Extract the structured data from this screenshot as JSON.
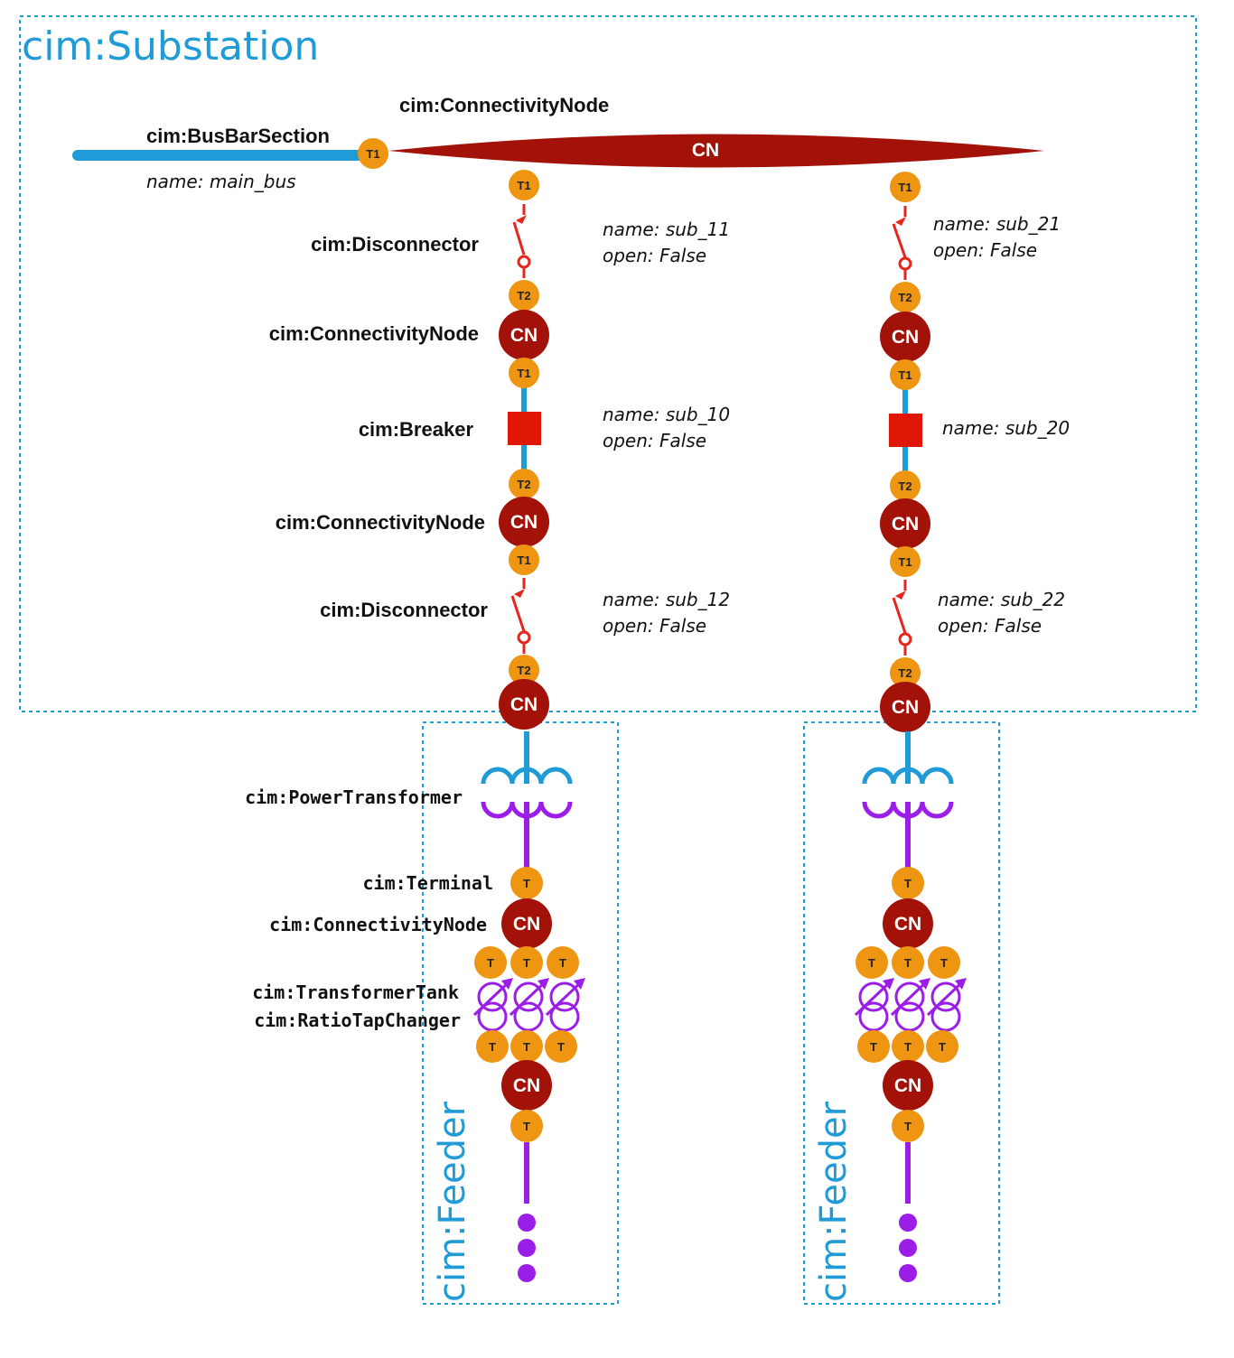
{
  "substation": {
    "title": "cim:Substation",
    "busbar": {
      "class_label": "cim:BusBarSection",
      "name_attr": "name: main_bus"
    },
    "main_node_label": "cim:ConnectivityNode",
    "cn": "CN",
    "t1": "T1",
    "t2": "T2"
  },
  "left_labels": {
    "disconnector_1": "cim:Disconnector",
    "node_1": "cim:ConnectivityNode",
    "breaker": "cim:Breaker",
    "node_2": "cim:ConnectivityNode",
    "disconnector_2": "cim:Disconnector",
    "power_transformer": "cim:PowerTransformer",
    "terminal": "cim:Terminal",
    "node_3": "cim:ConnectivityNode",
    "transformer_tank": "cim:TransformerTank",
    "ratio_tap_changer": "cim:RatioTapChanger"
  },
  "branch_1": {
    "disconnector_1": {
      "name": "name: sub_11",
      "open": "open: False"
    },
    "breaker": {
      "name": "name: sub_10",
      "open": "open: False"
    },
    "disconnector_2": {
      "name": "name: sub_12",
      "open": "open: False"
    }
  },
  "branch_2": {
    "disconnector_1": {
      "name": "name: sub_21",
      "open": "open: False"
    },
    "breaker": {
      "name": "name: sub_20"
    },
    "disconnector_2": {
      "name": "name: sub_22",
      "open": "open: False"
    }
  },
  "feeder": {
    "title": "cim:Feeder",
    "terminal": "T"
  },
  "colors": {
    "container_border": "#1f9bd7",
    "busbar": "#1f9bd7",
    "conn_node": "#a31208",
    "terminal": "#ee9512",
    "breaker": "#e01706",
    "switch": "#e4261c",
    "hv_side": "#1f9bd7",
    "lv_side": "#9b1ee8"
  }
}
